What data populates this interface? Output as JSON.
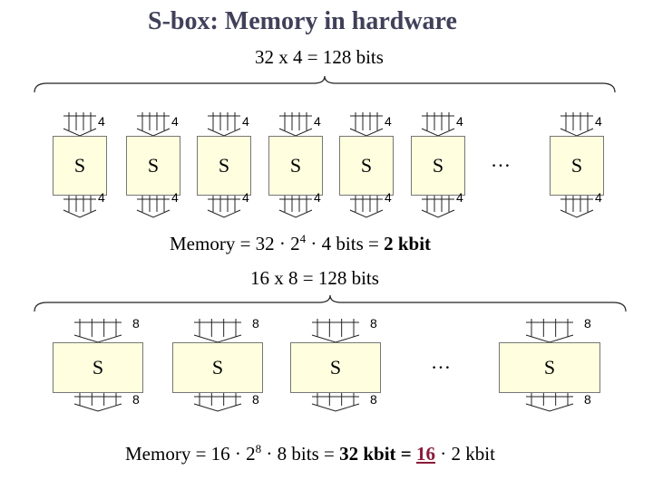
{
  "title": "S-box:  Memory in hardware",
  "section1": {
    "header": "32 x 4 = 128 bits",
    "sbox_label": "S",
    "in_bits": "4",
    "out_bits": "4",
    "ellipsis": "…",
    "formula": {
      "prefix": "Memory = 32 ",
      "dot1": "·",
      "base": " 2",
      "exp": "4",
      "mid": " · 4 bits = ",
      "result": "2 kbit"
    }
  },
  "section2": {
    "header": "16 x 8 = 128 bits",
    "sbox_label": "S",
    "in_bits": "8",
    "out_bits": "8",
    "ellipsis": "…",
    "formula": {
      "prefix": "Memory = 16 ",
      "dot1": "·",
      "base": " 2",
      "exp": "8",
      "mid": " · 8 bits = ",
      "result": "32 kbit = ",
      "highlight": "16",
      "suffix": " · 2 kbit"
    }
  },
  "colors": {
    "sbox_fill": "#ffffe0",
    "title": "#40405a",
    "highlight": "#8b1a3a"
  }
}
